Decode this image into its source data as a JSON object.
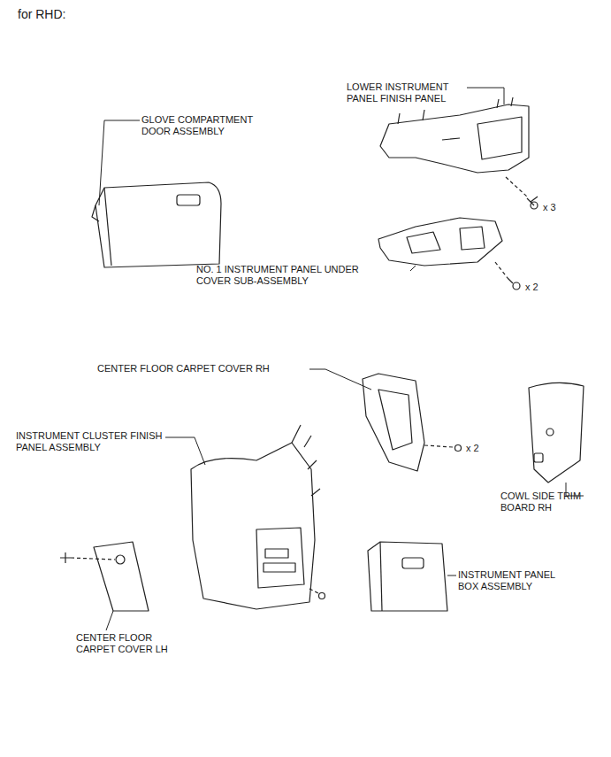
{
  "diagram": {
    "title": "for RHD:",
    "labels": [
      "LOWER INSTRUMENT PANEL FINISH PANEL",
      "GLOVE COMPARTMENT DOOR ASSEMBLY",
      "x 3",
      "NO. 1 INSTRUMENT PANEL UNDER COVER SUB-ASSEMBLY",
      "x 2",
      "CENTER FLOOR CARPET COVER RH",
      "INSTRUMENT CLUSTER FINISH PANEL ASSEMBLY",
      "x 2",
      "COWL SIDE TRIM BOARD RH",
      "INSTRUMENT PANEL BOX ASSEMBLY",
      "CENTER FLOOR CARPET COVER LH"
    ]
  }
}
